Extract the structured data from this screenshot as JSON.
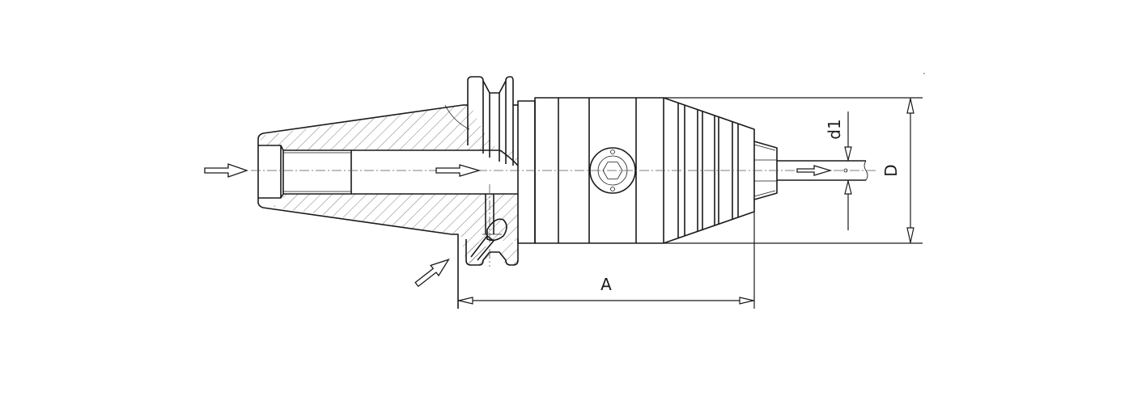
{
  "drawing": {
    "type": "technical-section-drawing",
    "subject": "tool holder with keyless drill chuck",
    "colors": {
      "line": "#1a1a1a",
      "background": "#ffffff",
      "centerline": "#555555"
    }
  },
  "dimensions": {
    "A": {
      "label": "A",
      "orientation": "horizontal"
    },
    "D": {
      "label": "D",
      "orientation": "vertical"
    },
    "d1": {
      "label": "d1",
      "orientation": "vertical"
    }
  },
  "flow_arrows": [
    {
      "name": "coolant-inlet-arrow-axial"
    },
    {
      "name": "coolant-internal-arrow"
    },
    {
      "name": "coolant-outlet-arrow"
    },
    {
      "name": "coolant-inlet-arrow-flange"
    }
  ]
}
